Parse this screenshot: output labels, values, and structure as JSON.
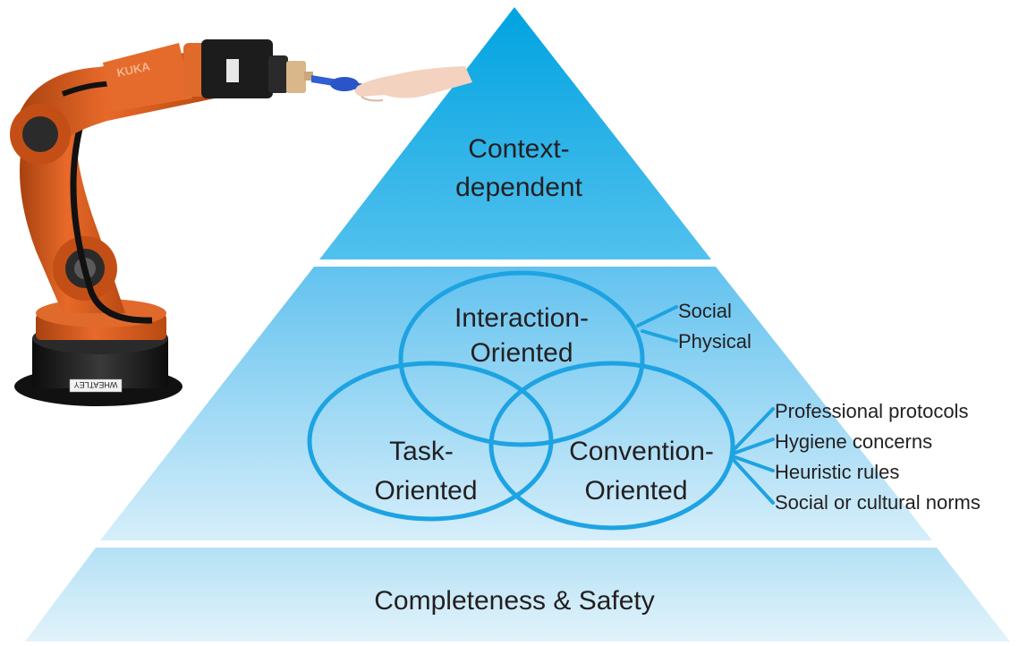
{
  "pyramid": {
    "top": {
      "line1": "Context-",
      "line2": "dependent"
    },
    "middle": {
      "interaction": {
        "line1": "Interaction-",
        "line2": "Oriented",
        "branches": [
          "Social",
          "Physical"
        ]
      },
      "task": {
        "line1": "Task-",
        "line2": "Oriented"
      },
      "convention": {
        "line1": "Convention-",
        "line2": "Oriented",
        "branches": [
          "Professional protocols",
          "Hygiene concerns",
          "Heuristic rules",
          "Social or cultural norms"
        ]
      }
    },
    "bottom": {
      "label": "Completeness & Safety"
    }
  },
  "robot": {
    "brand_text": "KUKA",
    "base_label": "WHEATLEY"
  },
  "colors": {
    "top_dark": "#00a3e0",
    "top_light": "#4fc0ec",
    "middle_dark": "#5cbfee",
    "middle_light": "#d4eefa",
    "bottom_dark": "#b8e3f6",
    "bottom_light": "#dff2fb",
    "circle_stroke": "#1ea3e2",
    "robot_orange": "#e0611e",
    "robot_black": "#1c1c1c"
  }
}
